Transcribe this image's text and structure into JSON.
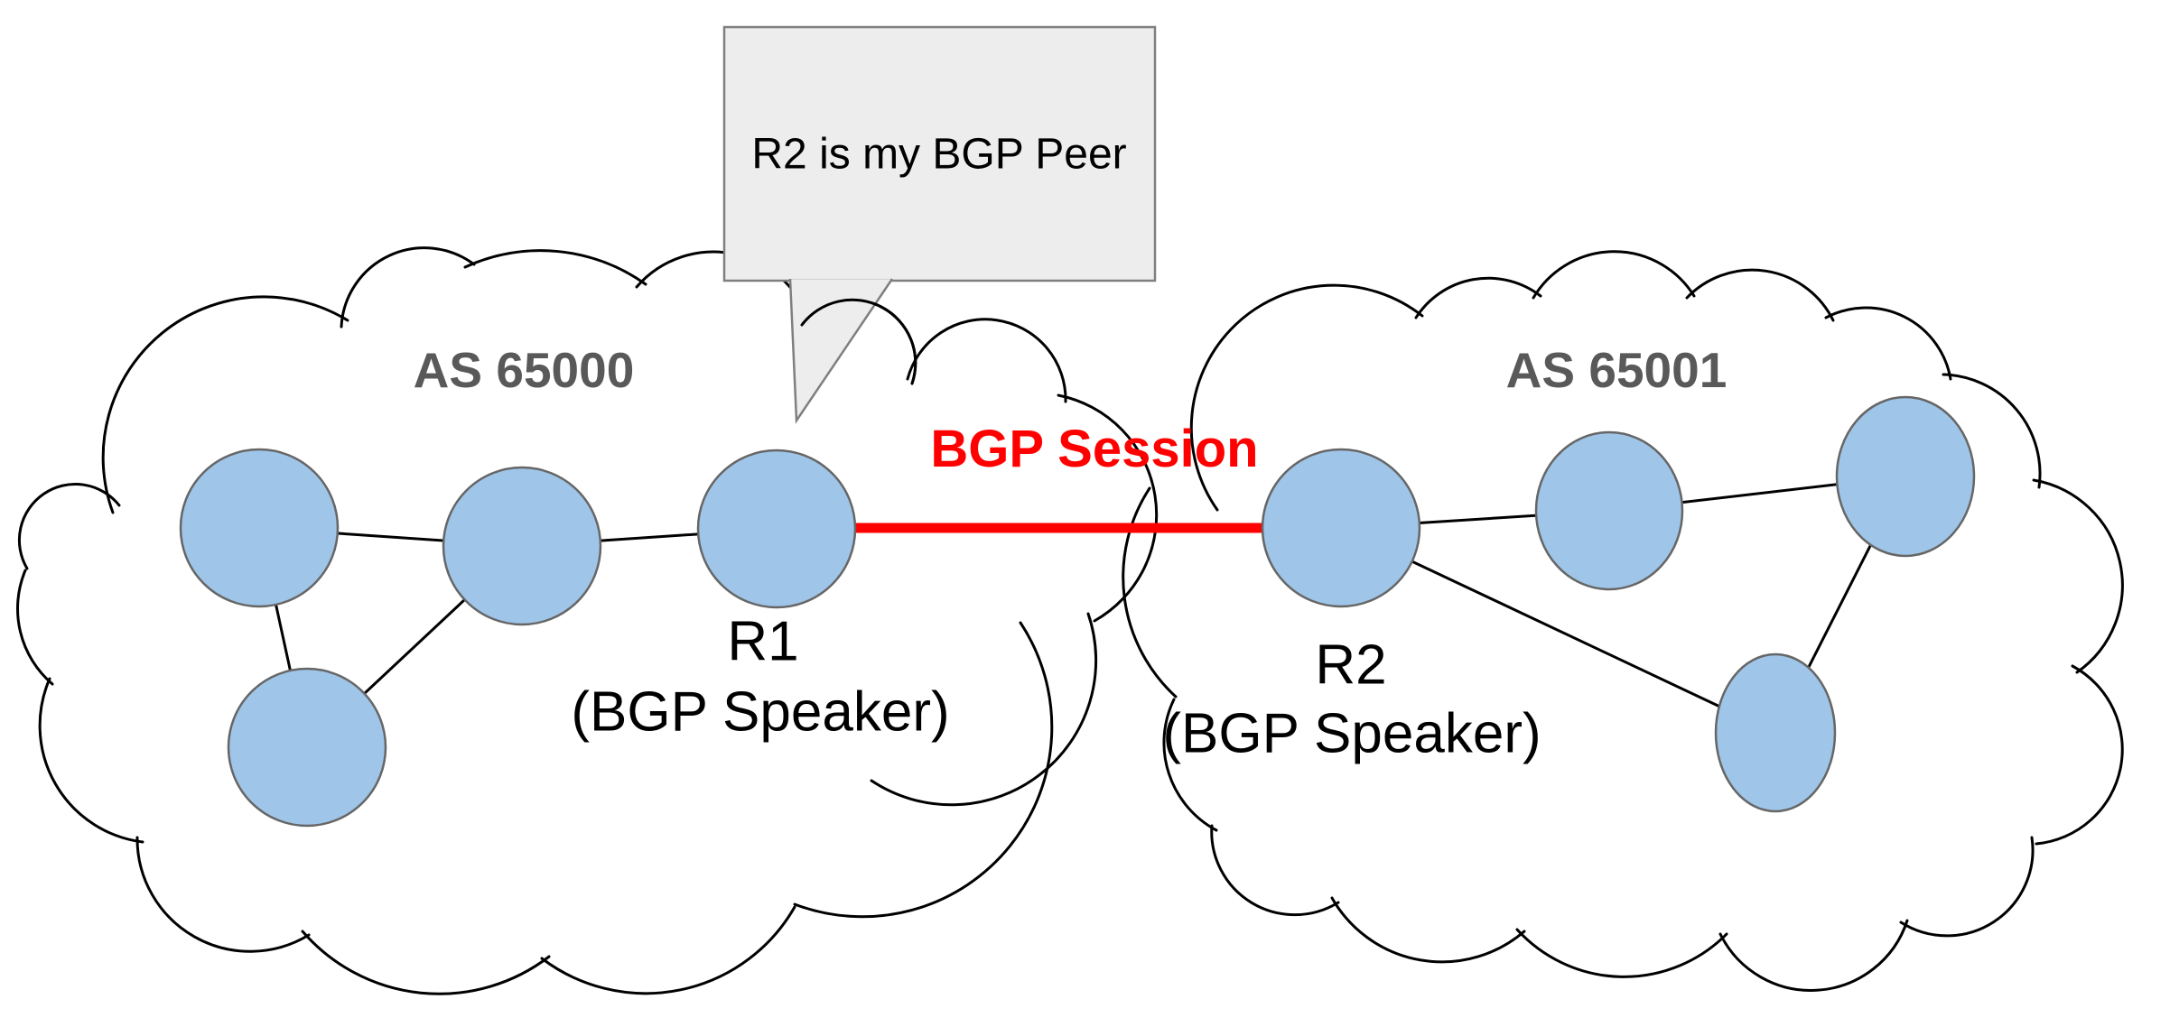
{
  "diagram": {
    "left_as": {
      "label": "AS 65000"
    },
    "right_as": {
      "label": "AS 65001"
    },
    "speech_bubble": {
      "text": "R2 is my BGP Peer"
    },
    "session": {
      "label": "BGP Session"
    },
    "r1": {
      "name": "R1",
      "role": "(BGP Speaker)"
    },
    "r2": {
      "name": "R2",
      "role": "(BGP Speaker)"
    },
    "colors": {
      "node_fill": "#9fc5e8",
      "node_stroke": "#666666",
      "cloud_stroke": "#000000",
      "session_red": "#ff0000",
      "as_label_gray": "#595959",
      "bubble_fill": "#ededed",
      "bubble_stroke": "#7f7f7f"
    }
  }
}
